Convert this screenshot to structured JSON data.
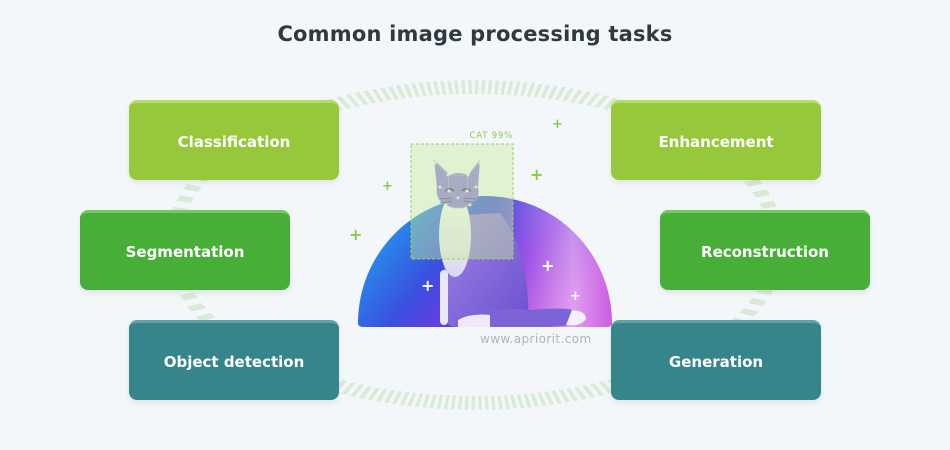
{
  "title": "Common image processing tasks",
  "tasks": {
    "classification": "Classification",
    "segmentation": "Segmentation",
    "object_detection": "Object detection",
    "enhancement": "Enhancement",
    "reconstruction": "Reconstruction",
    "generation": "Generation"
  },
  "detection_label": "CAT 99%",
  "watermark": "www.apriorit.com",
  "colors": {
    "lime": "#97c83c",
    "green": "#47af37",
    "teal": "#35858a"
  }
}
